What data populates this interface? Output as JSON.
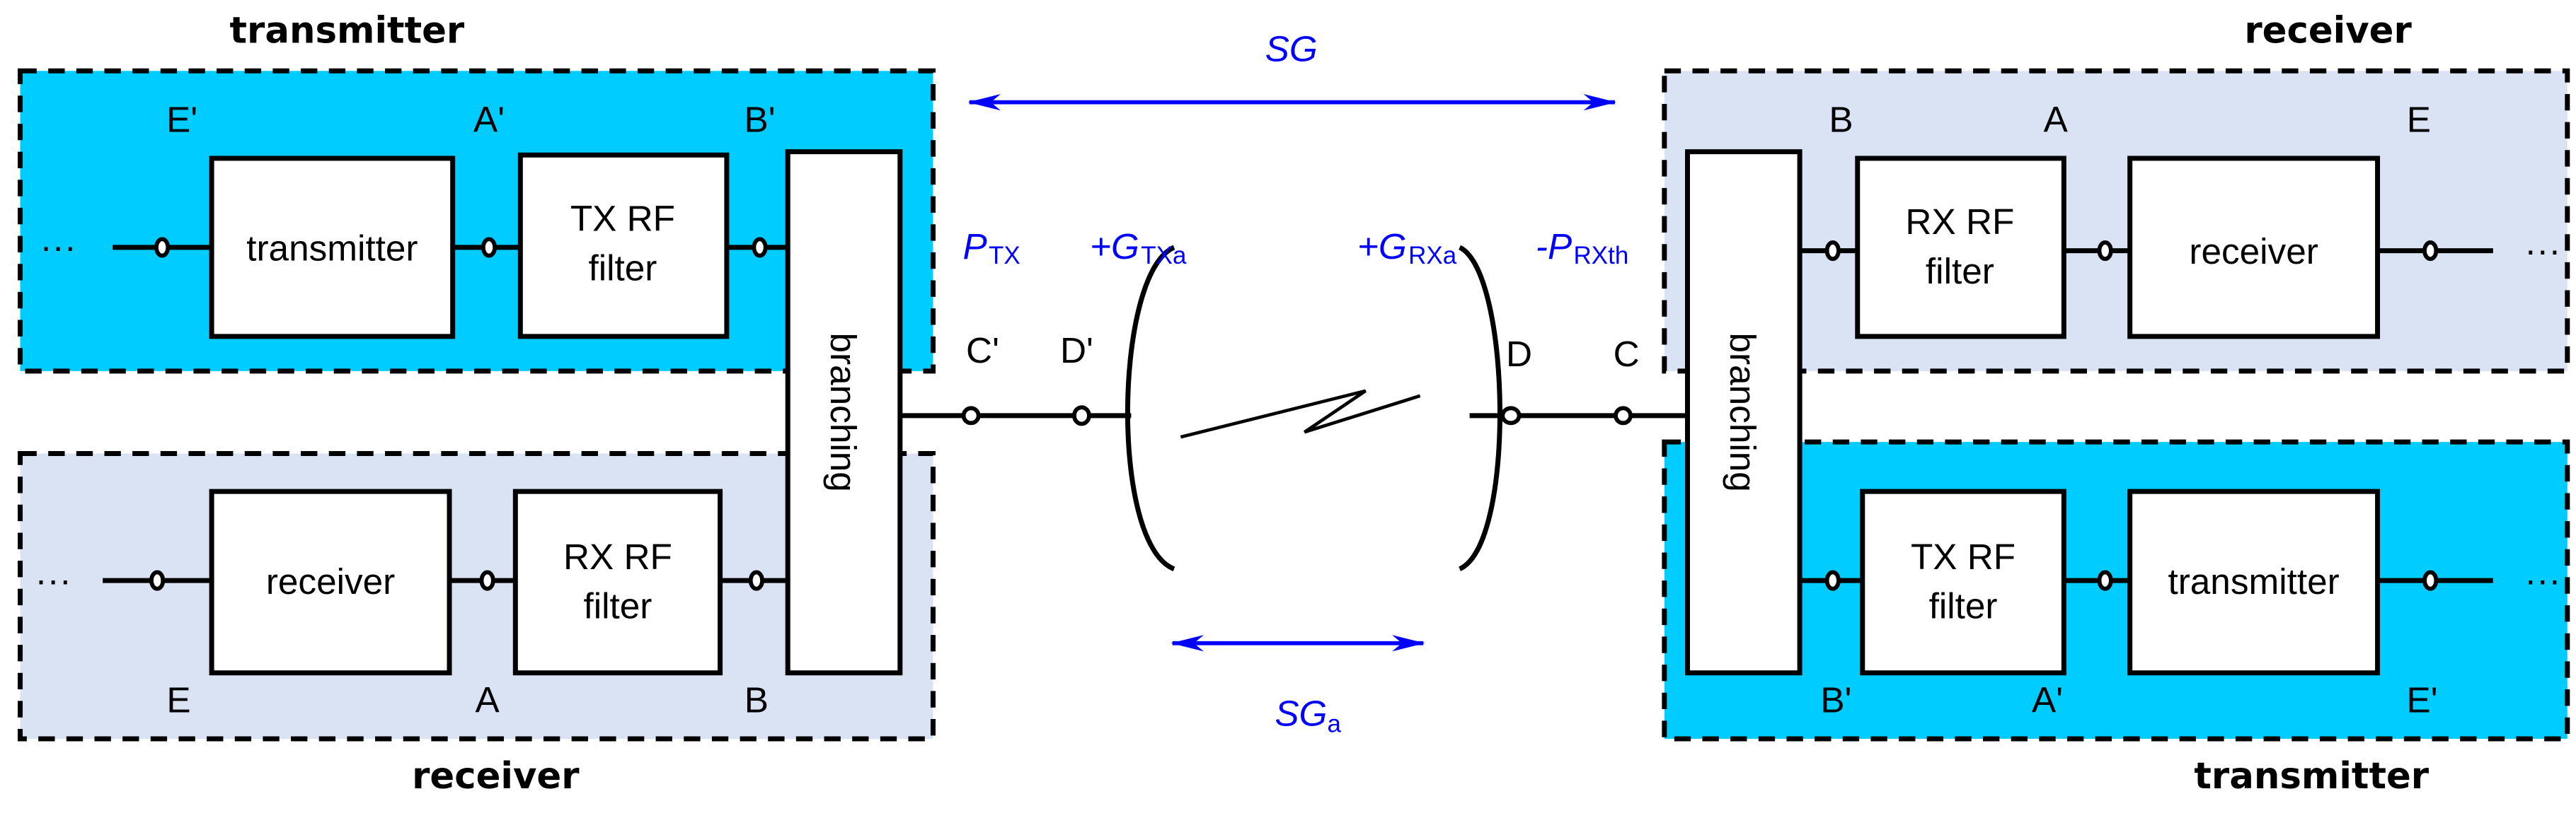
{
  "colors": {
    "tx_fill": "#00CCFF",
    "rx_fill": "#DAE3F3",
    "annotation": "#0000FF"
  },
  "left": {
    "top_title": "transmitter",
    "bottom_title": "receiver",
    "top_labels": [
      "E'",
      "A'",
      "B'"
    ],
    "bottom_labels": [
      "E",
      "A",
      "B"
    ],
    "tx_block": "transmitter",
    "tx_filter": [
      "TX RF",
      "filter"
    ],
    "rx_block": "receiver",
    "rx_filter": [
      "RX RF",
      "filter"
    ],
    "branching": "branching",
    "ellipsis": "···"
  },
  "right": {
    "top_title": "receiver",
    "bottom_title": "transmitter",
    "top_labels": [
      "B",
      "A",
      "E"
    ],
    "bottom_labels": [
      "B'",
      "A'",
      "E'"
    ],
    "rx_block": "receiver",
    "rx_filter": [
      "RX RF",
      "filter"
    ],
    "tx_block": "transmitter",
    "tx_filter": [
      "TX RF",
      "filter"
    ],
    "branching": "branching",
    "ellipsis": "···"
  },
  "center": {
    "points": {
      "c_prime": "C'",
      "d_prime": "D'",
      "d": "D",
      "c": "C"
    },
    "sg": {
      "main": "SG"
    },
    "sga": {
      "main": "SG",
      "sub": "a"
    },
    "p_tx": {
      "main": "P",
      "sub": "TX"
    },
    "g_txa": {
      "main": "+G",
      "sub": "TXa"
    },
    "g_rxa": {
      "main": "+G",
      "sub": "RXa"
    },
    "p_rxth": {
      "main": "-P",
      "sub": "RXth"
    }
  }
}
